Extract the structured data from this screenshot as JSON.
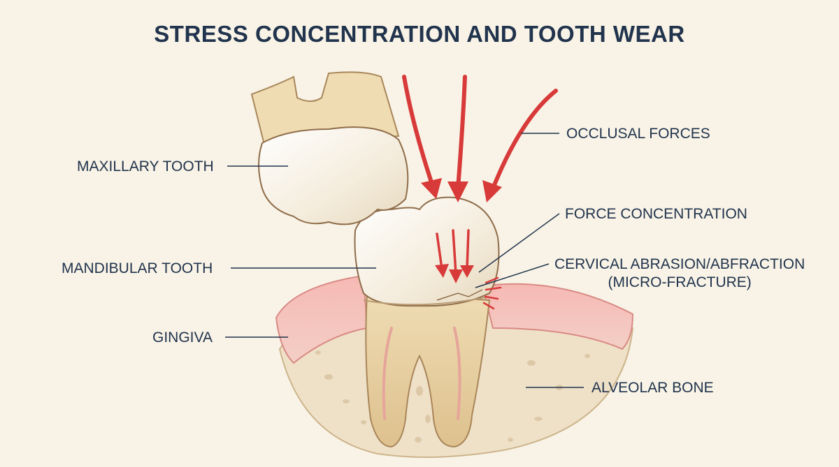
{
  "title": "STRESS CONCENTRATION AND TOOTH WEAR",
  "labels": {
    "maxillary_tooth": "MAXILLARY TOOTH",
    "mandibular_tooth": "MANDIBULAR TOOTH",
    "gingiva": "GINGIVA",
    "occlusal_forces": "OCCLUSAL FORCES",
    "force_concentration": "FORCE CONCENTRATION",
    "cervical_abrasion_line1": "CERVICAL ABRASION/ABFRACTION",
    "cervical_abrasion_line2": "(MICRO-FRACTURE)",
    "alveolar_bone": "ALVEOLAR BONE"
  },
  "colors": {
    "text": "#21334d",
    "background": "#f8f3e6",
    "force_arrow": "#d83a3a",
    "enamel": "#f7f1e4",
    "root": "#e9d3a6",
    "gingiva": "#f0a9a6",
    "bone": "#efe0c6"
  }
}
